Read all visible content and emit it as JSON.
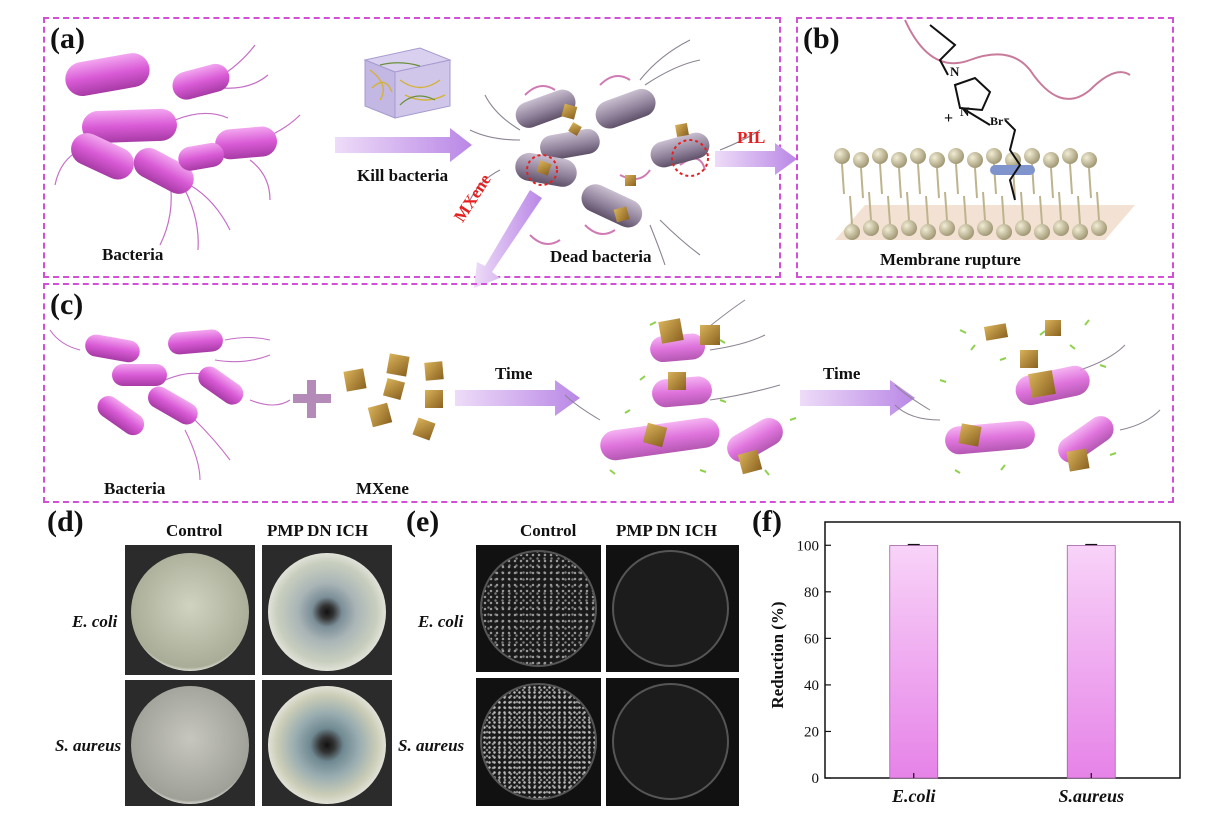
{
  "panels": {
    "a": {
      "label": "(a)",
      "bacteria_label": "Bacteria",
      "arrow_label": "Kill bacteria",
      "dead_label": "Dead bacteria",
      "pil_label": "PIL",
      "mxene_arrow_label": "MXene"
    },
    "b": {
      "label": "(b)",
      "caption": "Membrane rupture",
      "chem": {
        "n1": "N",
        "n2": "N",
        "plus": "+",
        "br": "Br⁻"
      }
    },
    "c": {
      "label": "(c)",
      "bacteria_label": "Bacteria",
      "mxene_label": "MXene",
      "time_label_1": "Time",
      "time_label_2": "Time"
    },
    "d": {
      "label": "(d)",
      "col_headers": [
        "Control",
        "PMP DN ICH"
      ],
      "row_labels": [
        "E. coli",
        "S. aureus"
      ]
    },
    "e": {
      "label": "(e)",
      "col_headers": [
        "Control",
        "PMP DN ICH"
      ],
      "row_labels": [
        "E. coli",
        "S. aureus"
      ]
    },
    "f": {
      "label": "(f)"
    }
  },
  "colors": {
    "panel_border": "#d24fd8",
    "bacteria": "#d95bd6",
    "arrow": "#c89ae8",
    "pil_text": "#e52020",
    "mxene_text": "#e52020",
    "bar_top": "#f8d3f8",
    "bar_bottom": "#e683e8",
    "mxene_flake": "#b88a2e"
  },
  "chart_data": {
    "type": "bar",
    "categories": [
      "E.coli",
      "S.aureus"
    ],
    "values": [
      99.9,
      99.9
    ],
    "title": "",
    "xlabel": "",
    "ylabel": "Reduction (%)",
    "ylim": [
      0,
      110
    ],
    "yticks": [
      0,
      20,
      40,
      60,
      80,
      100
    ],
    "error_bars": true,
    "grid": false
  }
}
